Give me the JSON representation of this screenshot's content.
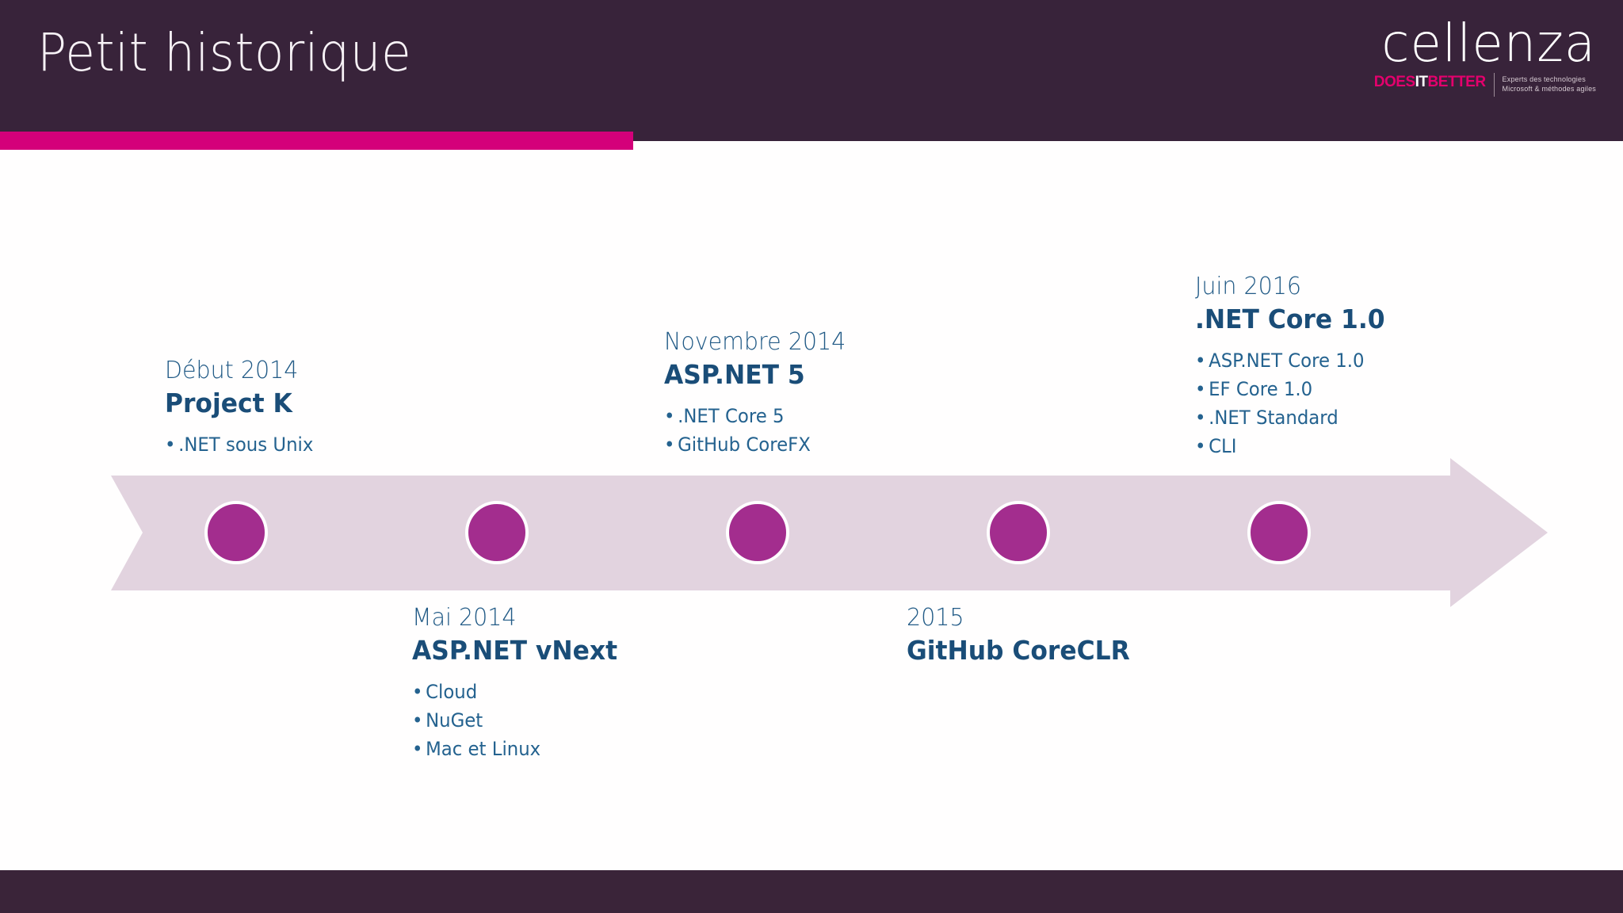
{
  "header": {
    "title": "Petit historique",
    "accent_color": "#d4007a",
    "background_color": "#38233a"
  },
  "logo": {
    "wordmark": "cellenza",
    "claim_part1": "DOES",
    "claim_part2": "IT",
    "claim_part3": "BETTER",
    "tagline_line1": "Experts des technologies",
    "tagline_line2": "Microsoft & méthodes agiles"
  },
  "timeline": {
    "band_color": "#e2d3df",
    "node_color": "#a32d8e",
    "node_ring_color": "#ffffff",
    "text_color": "#1f5082",
    "nodes": [
      {
        "date": "Début 2014",
        "title": "Project K",
        "position": "above",
        "bullets": [
          ".NET sous Unix"
        ]
      },
      {
        "date": "Mai 2014",
        "title": "ASP.NET vNext",
        "position": "below",
        "bullets": [
          "Cloud",
          "NuGet",
          "Mac et Linux"
        ]
      },
      {
        "date": "Novembre 2014",
        "title": "ASP.NET 5",
        "position": "above",
        "bullets": [
          ".NET Core 5",
          "GitHub CoreFX"
        ]
      },
      {
        "date": "2015",
        "title": "GitHub CoreCLR",
        "position": "below",
        "bullets": []
      },
      {
        "date": "Juin 2016",
        "title": ".NET Core 1.0",
        "position": "above",
        "bullets": [
          "ASP.NET Core 1.0",
          "EF Core 1.0",
          ".NET Standard",
          "CLI"
        ]
      }
    ]
  },
  "footer": {
    "background_color": "#3a2439"
  }
}
